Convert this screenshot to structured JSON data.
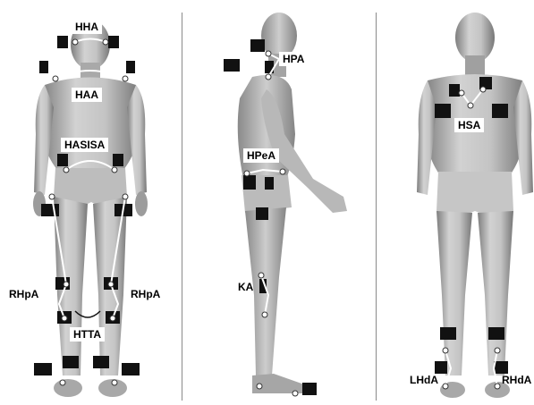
{
  "labels": {
    "hha": "HHA",
    "haa": "HAA",
    "hasisa": "HASISA",
    "rhpa_left": "RHpA",
    "rhpa_right": "RHpA",
    "htta": "HTTA",
    "hpa": "HPA",
    "hpea": "HPeA",
    "ka": "KA",
    "hsa": "HSA",
    "lhda": "LHdA",
    "rhda": "RHdA"
  },
  "colors": {
    "background": "#ffffff",
    "body_light": "#cfcfcf",
    "body_dark": "#8c8c8c",
    "marker": "#111111",
    "angle_line": "#ffffff"
  }
}
